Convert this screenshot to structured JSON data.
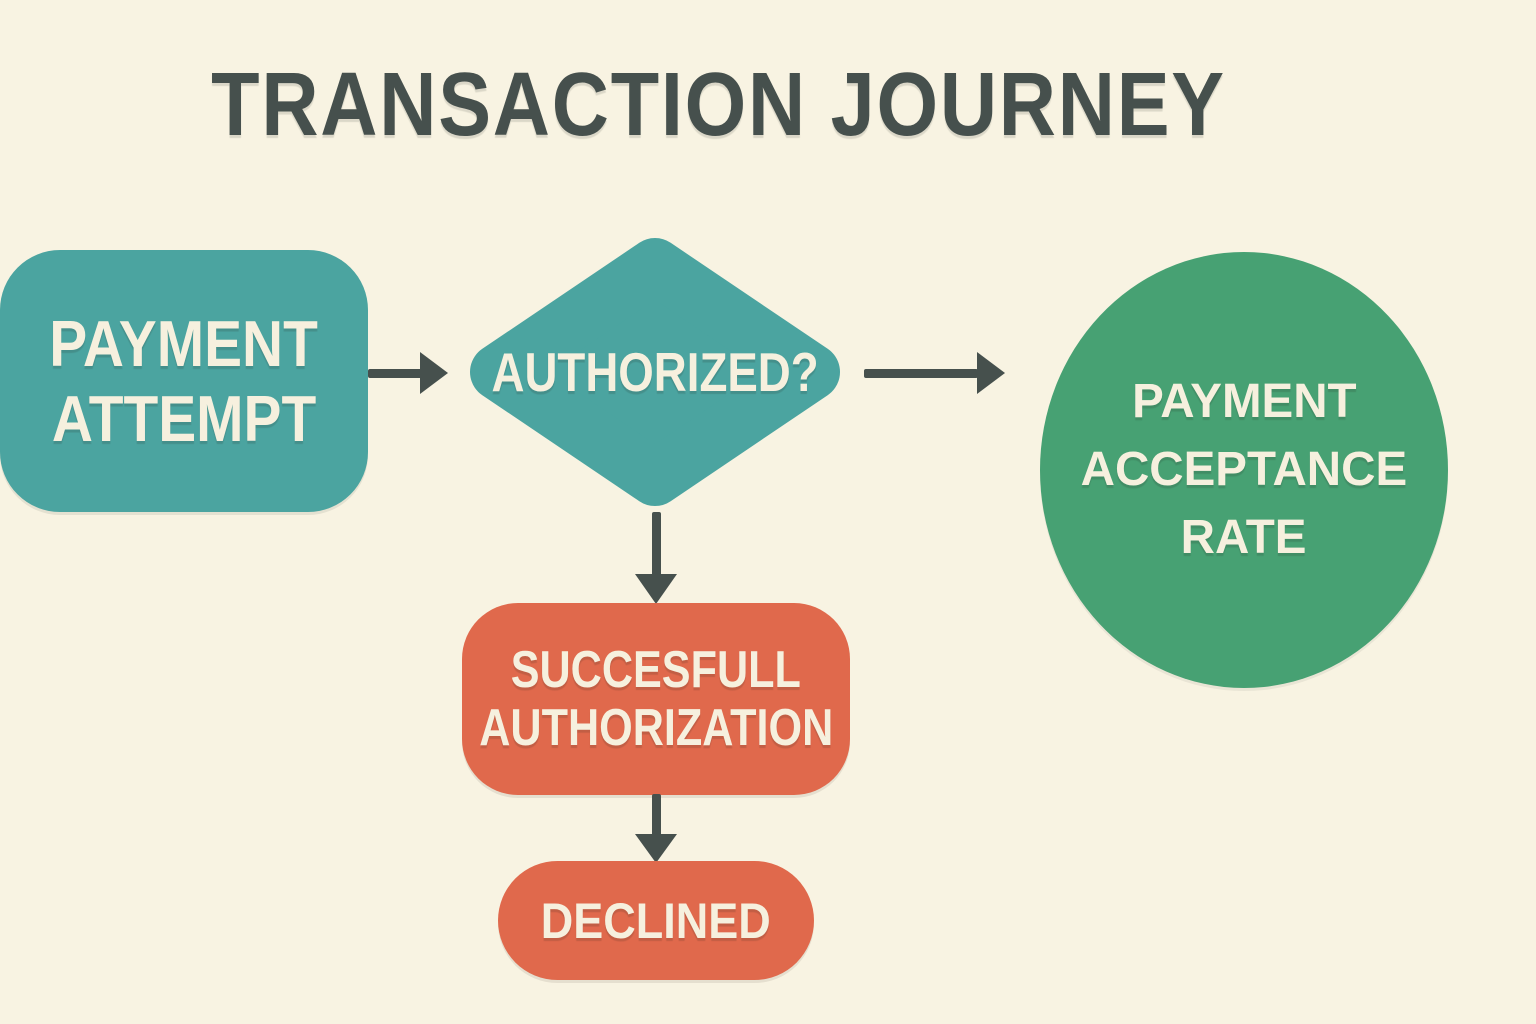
{
  "title": "TRANSACTION JOURNEY",
  "colors": {
    "background": "#f8f3e2",
    "teal_node": "#4ba4a0",
    "green_node": "#47a173",
    "orange_node": "#e0694c",
    "arrow": "#46504d",
    "title_text": "#46504d",
    "node_text": "#f6f0de"
  },
  "nodes": {
    "payment_attempt": {
      "shape": "rounded-rectangle",
      "color": "#4ba4a0",
      "lines": [
        "PAYMENT",
        "ATTEMPT"
      ]
    },
    "authorized": {
      "shape": "diamond",
      "color": "#4ba4a0",
      "lines": [
        "AUTHORIZED?"
      ]
    },
    "payment_acceptance_rate": {
      "shape": "circle",
      "color": "#47a173",
      "lines": [
        "PAYMENT",
        "ACCEPTANCE",
        "RATE"
      ]
    },
    "succesfull_authorization": {
      "shape": "rounded-rectangle",
      "color": "#e0694c",
      "lines": [
        "SUCCESFULL",
        "AUTHORIZATION"
      ]
    },
    "declined": {
      "shape": "pill",
      "color": "#e0694c",
      "lines": [
        "DECLINED"
      ]
    }
  },
  "edges": [
    {
      "from": "payment_attempt",
      "to": "authorized",
      "direction": "right"
    },
    {
      "from": "authorized",
      "to": "payment_acceptance_rate",
      "direction": "right"
    },
    {
      "from": "authorized",
      "to": "succesfull_authorization",
      "direction": "down"
    },
    {
      "from": "succesfull_authorization",
      "to": "declined",
      "direction": "down"
    }
  ]
}
